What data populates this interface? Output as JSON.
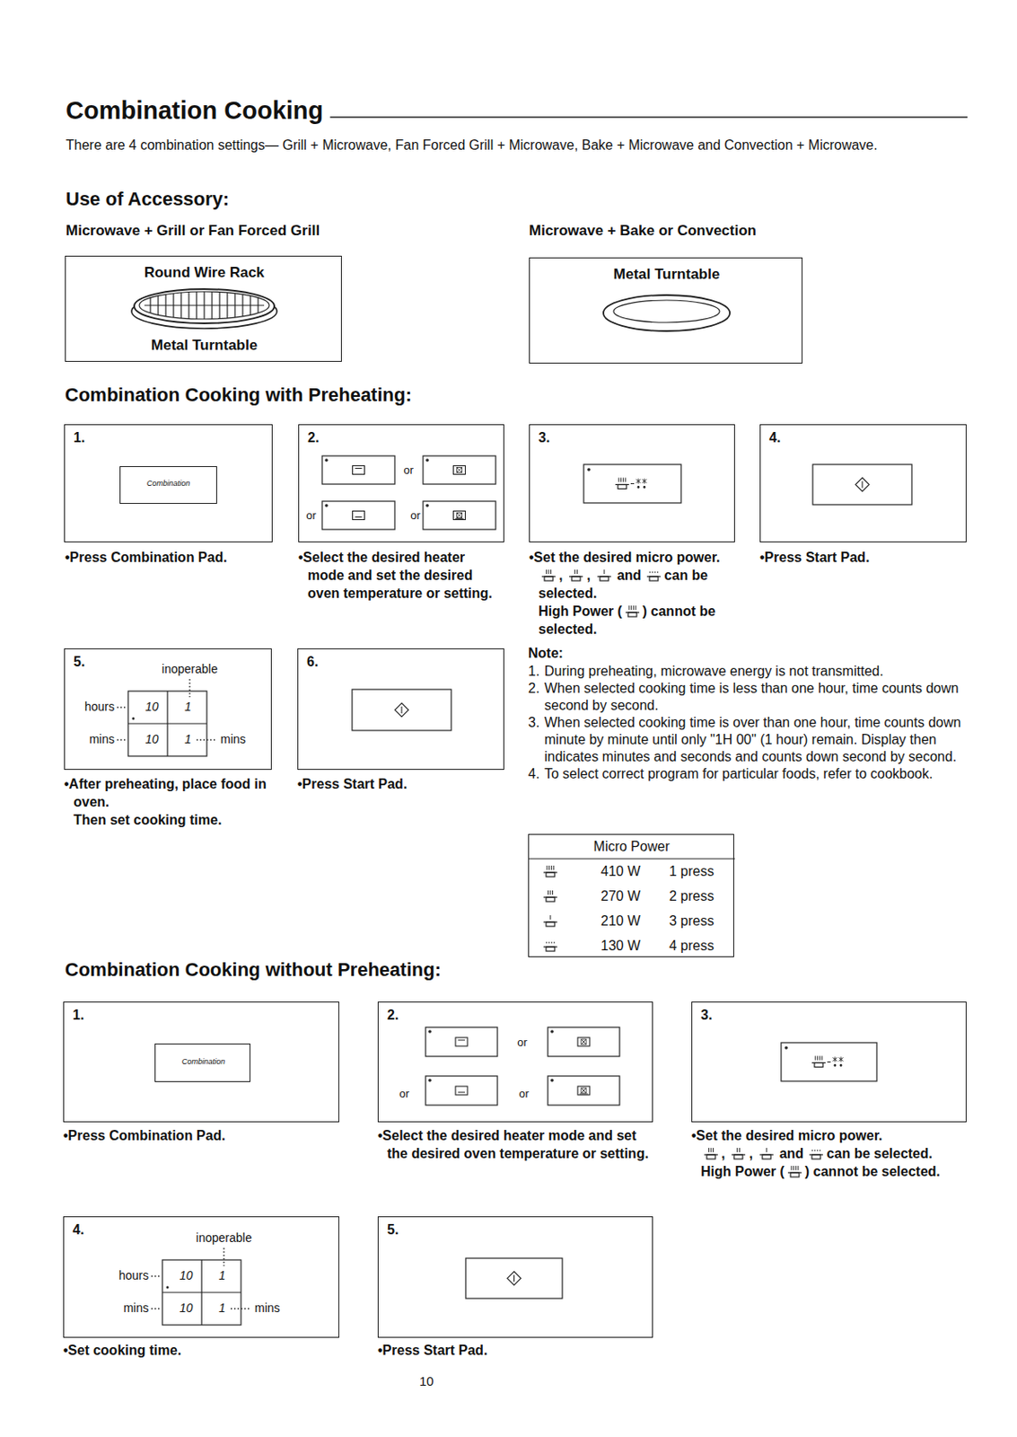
{
  "diagram": {
    "title": "Combination Cooking",
    "nodes": [
      {
        "text": [
          "Round Wire Rack",
          "Metal Turntable"
        ]
      },
      {
        "text": [
          "Metal Turntable"
        ]
      },
      {
        "text": [
          "1."
        ]
      },
      {
        "text": [
          "Combination"
        ],
        "in": 2
      },
      {
        "text": [
          "2.",
          "or",
          "or",
          "or"
        ]
      },
      {
        "text": [
          "3."
        ]
      },
      {
        "text": [
          "4."
        ]
      },
      {
        "text": [
          "5.",
          "inoperable",
          "hours",
          "10",
          "1",
          "mins",
          "10",
          "1",
          "mins"
        ]
      },
      {
        "text": [
          "6."
        ]
      },
      {
        "text": [
          "Micro Power",
          "410 W",
          "1 press",
          "270 W",
          "2 press",
          "210 W",
          "3 press",
          "130 W",
          "4 press"
        ]
      },
      {
        "text": [
          "1."
        ]
      },
      {
        "text": [
          "Combination"
        ],
        "in": 10
      },
      {
        "text": [
          "2.",
          "or",
          "or",
          "or"
        ]
      },
      {
        "text": [
          "3."
        ]
      },
      {
        "text": [
          "4.",
          "inoperable",
          "hours",
          "10",
          "1",
          "mins",
          "10",
          "1",
          "mins"
        ]
      },
      {
        "text": [
          "5."
        ]
      }
    ],
    "labels": [
      "There are 4 combination settings— Grill + Microwave, Fan Forced Grill + Microwave, Bake + Microwave and Convection + Microwave.",
      "Use of Accessory:",
      "Microwave + Grill or Fan Forced Grill",
      "Microwave + Bake or Convection",
      "Combination Cooking with Preheating:",
      "•Press Combination Pad.",
      "•Select the desired heater mode and set the desired oven temperature or setting.",
      "•Set the desired micro power.",
      ",",
      ",",
      "and",
      "can be selected.",
      "High Power (",
      ") cannot be selected.",
      "•Press Start Pad.",
      "•After preheating, place food in oven.",
      "Then set cooking time.",
      "•Press Start Pad.",
      "Note:",
      "1.",
      "During preheating, microwave energy is not transmitted.",
      "2.",
      "When selected cooking time is less than one hour, time counts down second by second.",
      "3.",
      "When selected cooking time is over than one hour, time counts down minute by minute until only \"1H 00\" (1 hour) remain. Display then indicates minutes and seconds and counts down second by second.",
      "4.",
      "To select correct program for particular foods, refer to cookbook.",
      "Combination Cooking without Preheating:",
      "•Press Combination Pad.",
      "•Select the desired heater mode and set the desired oven temperature or setting.",
      "•Set the desired micro power.",
      ",",
      ",",
      "and",
      "can be selected.",
      "High Power (",
      ") cannot be selected.",
      "•Set cooking time.",
      "•Press Start Pad.",
      "10"
    ]
  }
}
